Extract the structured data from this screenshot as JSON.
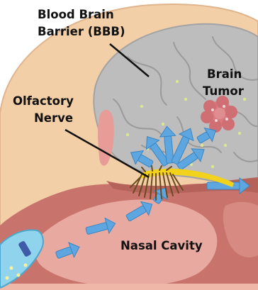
{
  "labels": {
    "bbb_line1": "Blood Brain",
    "bbb_line2": "Barrier (BBB)",
    "olfactory_line1": "Olfactory",
    "olfactory_line2": "Nerve",
    "tumor_line1": "Brain",
    "tumor_line2": "Tumor",
    "nasal": "Nasal Cavity"
  },
  "colors": {
    "background": "#ffffff",
    "skull": "#f3cfa7",
    "skull_edge": "#e0b48c",
    "brain": "#bdbdbd",
    "brain_folds": "#9a9a9a",
    "tumor": "#d97b7f",
    "tissue": "#c8736b",
    "tissue_light": "#e7a9a0",
    "nasal_floor": "#eeb7a8",
    "nerve": "#6b4a1f",
    "nerve_core": "#f2d21b",
    "arrow": "#5da6df",
    "arrow_edge": "#3a86c4",
    "particle": "#d9e98f",
    "device": "#8fd4ec"
  },
  "icons": {
    "transport_arrows": "arrow-icon",
    "tumor": "tumor-icon",
    "nozzle": "spray-nozzle-icon"
  }
}
